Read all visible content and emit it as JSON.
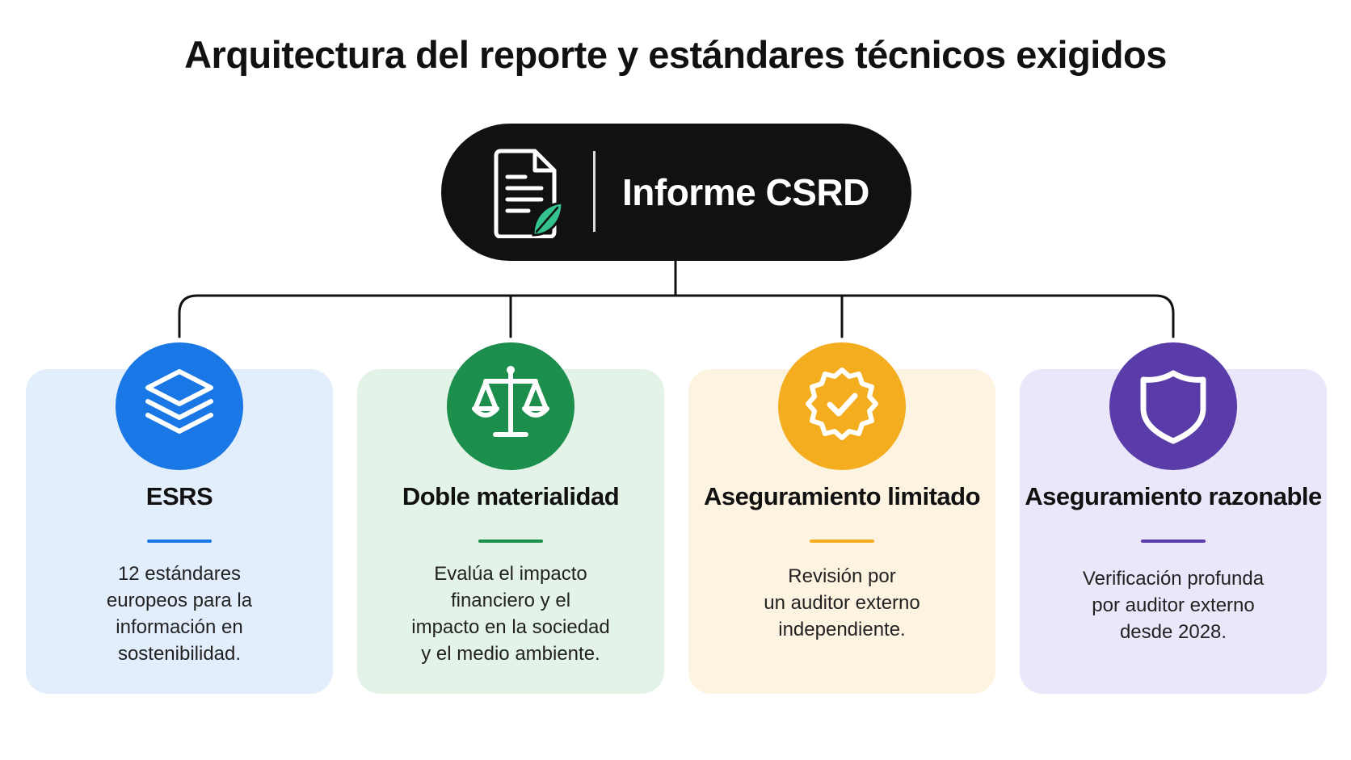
{
  "title": "Arquitectura del reporte y estándares técnicos exigidos",
  "root": {
    "label": "Informe CSRD",
    "icon": "document-leaf-icon"
  },
  "colors": {
    "blue": "#1a78e6",
    "green": "#1c8f4c",
    "yellow": "#f4ad1f",
    "purple": "#5a3ca8",
    "leaf": "#34c38f"
  },
  "cards": [
    {
      "icon": "layers-icon",
      "title": "ESRS",
      "desc_lines": [
        "12 estándares",
        "europeos para la",
        "información en",
        "sostenibilidad."
      ]
    },
    {
      "icon": "balance-scale-icon",
      "title": "Doble materialidad",
      "desc_lines": [
        "Evalúa el impacto",
        "financiero y el",
        "impacto en la sociedad",
        "y el medio ambiente."
      ]
    },
    {
      "icon": "verified-badge-icon",
      "title": "Aseguramiento limitado",
      "desc_lines": [
        "Revisión por",
        "un auditor externo",
        "independiente."
      ]
    },
    {
      "icon": "shield-icon",
      "title": "Aseguramiento razonable",
      "desc_lines": [
        "Verificación profunda",
        "por auditor externo",
        "desde 2028."
      ]
    }
  ]
}
